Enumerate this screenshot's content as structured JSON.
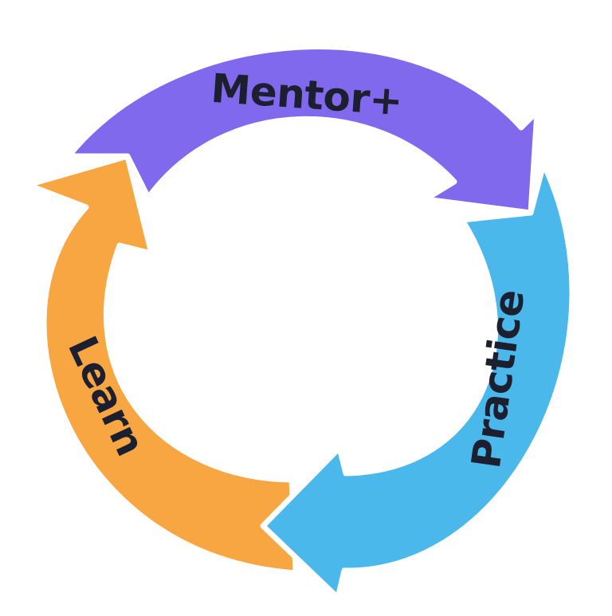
{
  "diagram": {
    "segments": [
      {
        "key": "mentor",
        "label": "Mentor+",
        "color": "#8169EE",
        "icon": "curved-arrow-icon"
      },
      {
        "key": "practice",
        "label": "Practice",
        "color": "#4AB8EA",
        "icon": "curved-arrow-icon"
      },
      {
        "key": "learn",
        "label": "Learn",
        "color": "#F7A642",
        "icon": "curved-arrow-icon"
      }
    ]
  }
}
